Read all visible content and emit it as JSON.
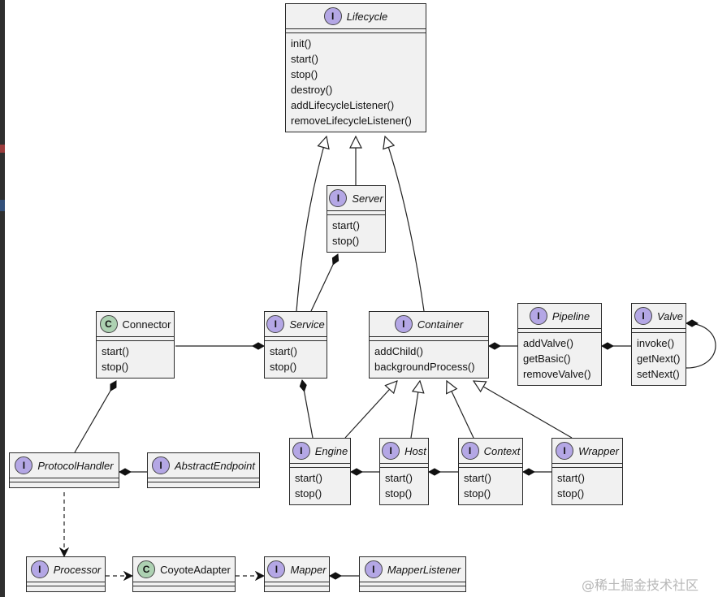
{
  "watermark": "@稀土掘金技术社区",
  "nodes": [
    {
      "id": "lifecycle",
      "kind": "interface",
      "name": "Lifecycle",
      "badge": "I",
      "methods": [
        "init()",
        "start()",
        "stop()",
        "destroy()",
        "addLifecycleListener()",
        "removeLifecycleListener()"
      ]
    },
    {
      "id": "server",
      "kind": "interface",
      "name": "Server",
      "badge": "I",
      "methods": [
        "start()",
        "stop()"
      ]
    },
    {
      "id": "connector",
      "kind": "class",
      "name": "Connector",
      "badge": "C",
      "methods": [
        "start()",
        "stop()"
      ]
    },
    {
      "id": "service",
      "kind": "interface",
      "name": "Service",
      "badge": "I",
      "methods": [
        "start()",
        "stop()"
      ]
    },
    {
      "id": "container",
      "kind": "interface",
      "name": "Container",
      "badge": "I",
      "methods": [
        "addChild()",
        "backgroundProcess()"
      ]
    },
    {
      "id": "pipeline",
      "kind": "interface",
      "name": "Pipeline",
      "badge": "I",
      "methods": [
        "addValve()",
        "getBasic()",
        "removeValve()"
      ]
    },
    {
      "id": "valve",
      "kind": "interface",
      "name": "Valve",
      "badge": "I",
      "methods": [
        "invoke()",
        "getNext()",
        "setNext()"
      ]
    },
    {
      "id": "protocolhandler",
      "kind": "interface",
      "name": "ProtocolHandler",
      "badge": "I",
      "methods": []
    },
    {
      "id": "abstractendpoint",
      "kind": "interface",
      "name": "AbstractEndpoint",
      "badge": "I",
      "methods": []
    },
    {
      "id": "engine",
      "kind": "interface",
      "name": "Engine",
      "badge": "I",
      "methods": [
        "start()",
        "stop()"
      ]
    },
    {
      "id": "host",
      "kind": "interface",
      "name": "Host",
      "badge": "I",
      "methods": [
        "start()",
        "stop()"
      ]
    },
    {
      "id": "context",
      "kind": "interface",
      "name": "Context",
      "badge": "I",
      "methods": [
        "start()",
        "stop()"
      ]
    },
    {
      "id": "wrapper",
      "kind": "interface",
      "name": "Wrapper",
      "badge": "I",
      "methods": [
        "start()",
        "stop()"
      ]
    },
    {
      "id": "processor",
      "kind": "interface",
      "name": "Processor",
      "badge": "I",
      "methods": []
    },
    {
      "id": "coyoteadapter",
      "kind": "class",
      "name": "CoyoteAdapter",
      "badge": "C",
      "methods": []
    },
    {
      "id": "mapper",
      "kind": "interface",
      "name": "Mapper",
      "badge": "I",
      "methods": []
    },
    {
      "id": "mapperlistener",
      "kind": "interface",
      "name": "MapperListener",
      "badge": "I",
      "methods": []
    }
  ],
  "edges": [
    {
      "from": "server",
      "to": "lifecycle",
      "type": "inheritance"
    },
    {
      "from": "service",
      "to": "lifecycle",
      "type": "inheritance"
    },
    {
      "from": "container",
      "to": "lifecycle",
      "type": "inheritance"
    },
    {
      "from": "service",
      "to": "server",
      "type": "composition"
    },
    {
      "from": "connector",
      "to": "service",
      "type": "composition"
    },
    {
      "from": "engine",
      "to": "service",
      "type": "composition"
    },
    {
      "from": "pipeline",
      "to": "container",
      "type": "composition"
    },
    {
      "from": "valve",
      "to": "pipeline",
      "type": "composition"
    },
    {
      "from": "valve",
      "to": "valve",
      "type": "self-composition"
    },
    {
      "from": "engine",
      "to": "container",
      "type": "inheritance"
    },
    {
      "from": "host",
      "to": "container",
      "type": "inheritance"
    },
    {
      "from": "context",
      "to": "container",
      "type": "inheritance"
    },
    {
      "from": "wrapper",
      "to": "container",
      "type": "inheritance"
    },
    {
      "from": "protocolhandler",
      "to": "connector",
      "type": "composition"
    },
    {
      "from": "abstractendpoint",
      "to": "protocolhandler",
      "type": "composition"
    },
    {
      "from": "host",
      "to": "engine",
      "type": "composition"
    },
    {
      "from": "context",
      "to": "host",
      "type": "composition"
    },
    {
      "from": "wrapper",
      "to": "context",
      "type": "composition"
    },
    {
      "from": "protocolhandler",
      "to": "processor",
      "type": "dependency"
    },
    {
      "from": "processor",
      "to": "coyoteadapter",
      "type": "dependency"
    },
    {
      "from": "coyoteadapter",
      "to": "mapper",
      "type": "dependency"
    },
    {
      "from": "mapperlistener",
      "to": "mapper",
      "type": "composition"
    }
  ]
}
